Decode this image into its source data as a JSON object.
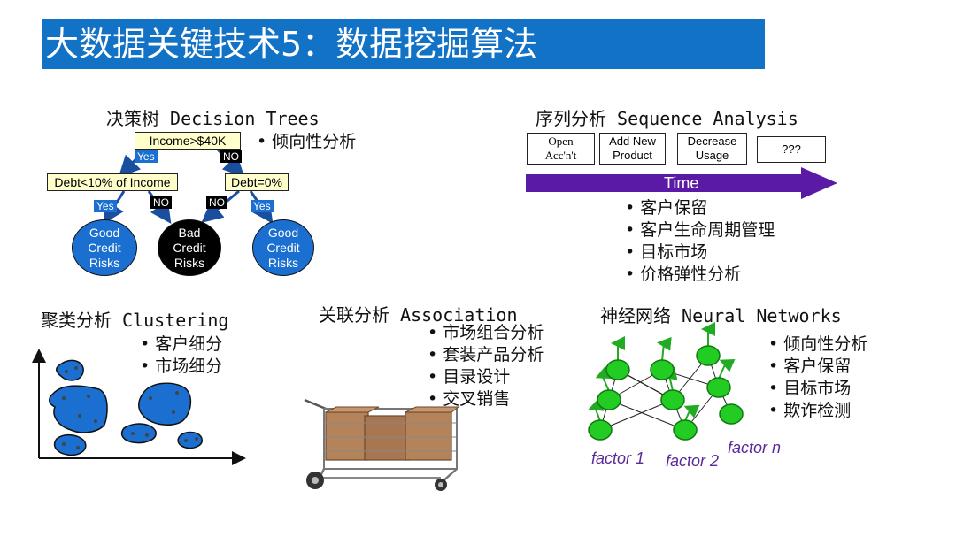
{
  "title": "大数据关键技术5：数据挖掘算法",
  "decision_trees": {
    "heading": "决策树 Decision Trees",
    "bullets": [
      "倾向性分析"
    ],
    "root": "Income>$40K",
    "left_split": "Debt<10% of Income",
    "right_split": "Debt=0%",
    "yes": "Yes",
    "no": "NO",
    "leaf_good": "Good\nCredit\nRisks",
    "leaf_bad": "Bad\nCredit\nRisks",
    "colors": {
      "good": "#1a6fd0",
      "bad": "#000000",
      "box": "#ffffcc"
    }
  },
  "sequence": {
    "heading": "序列分析 Sequence Analysis",
    "steps": [
      "Open\nAcc'n't",
      "Add New\nProduct",
      "Decrease\nUsage",
      "???"
    ],
    "arrow_label": "Time",
    "bullets": [
      "客户保留",
      "客户生命周期管理",
      "目标市场",
      "价格弹性分析"
    ],
    "arrow_color": "#5b1aa6"
  },
  "clustering": {
    "heading": "聚类分析 Clustering",
    "bullets": [
      "客户细分",
      "市场细分"
    ],
    "blob_color": "#1a6fd0"
  },
  "association": {
    "heading": "关联分析 Association",
    "bullets": [
      "市场组合分析",
      "套装产品分析",
      "目录设计",
      "交叉销售"
    ]
  },
  "neural": {
    "heading": "神经网络 Neural Networks",
    "bullets": [
      "倾向性分析",
      "客户保留",
      "目标市场",
      "欺诈检测"
    ],
    "factors": [
      "factor 1",
      "factor 2",
      "factor n"
    ],
    "node_color": "#22cc22"
  }
}
